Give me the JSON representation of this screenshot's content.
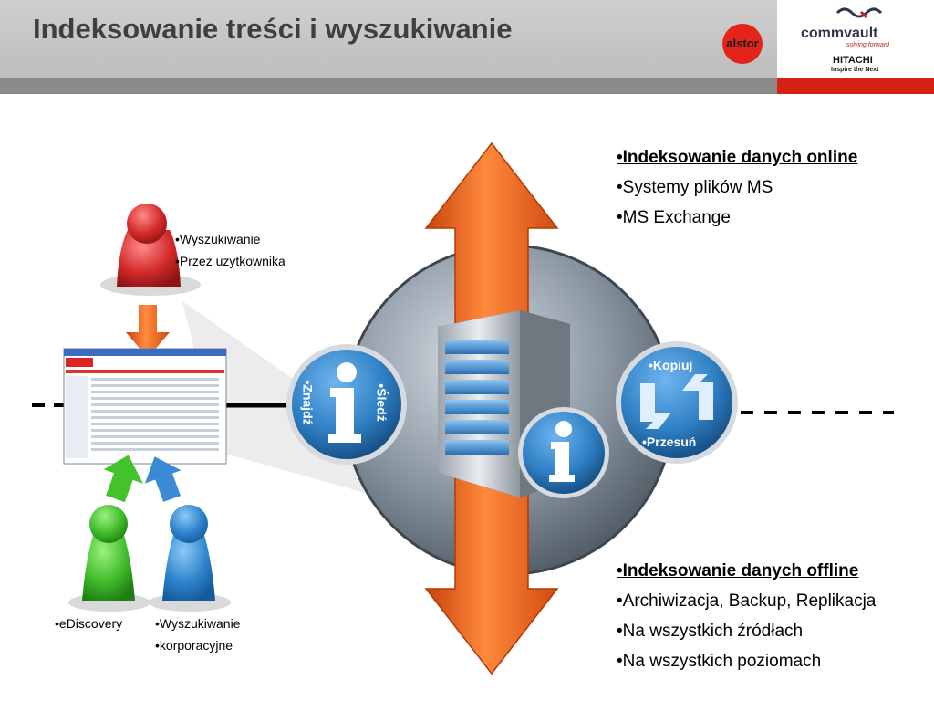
{
  "header": {
    "title": "Indeksowanie treści i wyszukiwanie",
    "logo_alstor": "alstor",
    "logo_commvault": "commvault",
    "logo_commvault_tagline": "solving forward",
    "logo_hitachi": "HITACHI",
    "logo_hitachi_tagline": "Inspire the Next"
  },
  "online": {
    "items": [
      "•Indeksowanie danych online",
      "•Systemy plików MS",
      "•MS Exchange"
    ]
  },
  "offline": {
    "items": [
      "•Indeksowanie danych offline",
      "•Archiwizacja, Backup, Replikacja",
      "•Na wszystkich źródłach",
      "•Na wszystkich poziomach"
    ]
  },
  "user_search": {
    "items": [
      "•Wyszukiwanie",
      "•Przez uzytkownika"
    ]
  },
  "ediscovery": {
    "label": "•eDiscovery"
  },
  "corporate_search": {
    "items": [
      "•Wyszukiwanie",
      "•korporacyjne"
    ]
  },
  "info_left": {
    "label_left": "•Znajdź",
    "label_right": "•Śledź"
  },
  "copy_move": {
    "label_top": "•Kopiuj",
    "label_bottom": "•Przesuń"
  },
  "colors": {
    "arrow": "#ef6a1c",
    "header_bar": "#8a8a8a",
    "accent_red": "#d42216",
    "circle_blue": "#2f7fc4"
  },
  "icons": [
    "info-icon",
    "server-icon",
    "recycle-arrows-icon",
    "pawn-icon"
  ]
}
